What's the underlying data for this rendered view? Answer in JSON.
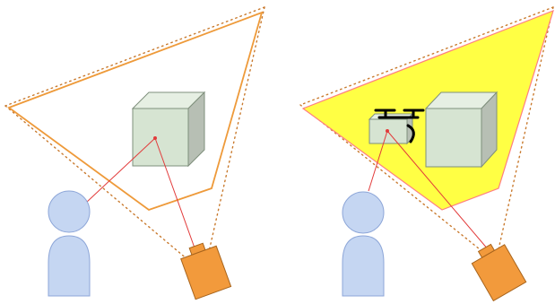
{
  "colors": {
    "outline_orange": "#EE9A3A",
    "frustum_dots": "#C97A2E",
    "highlight_yellow": "#FFFF44",
    "highlight_edge": "#FF7F7F",
    "cube_front": "#D6E4D2",
    "cube_top": "#E6EFE3",
    "cube_side": "#B7BFB4",
    "cube_stroke": "#7F8F7C",
    "person_fill": "#C5D6F2",
    "person_stroke": "#8DA6D8",
    "camera_fill": "#F29A3C",
    "camera_stroke": "#A8641C",
    "sight_line": "#E23B3B",
    "drone_body": "#D6E4D2",
    "drone_black": "#000000"
  },
  "panels": [
    {
      "id": "left",
      "objects": [
        "frustum",
        "view-outline",
        "cube",
        "person",
        "camera",
        "sight-lines"
      ]
    },
    {
      "id": "right",
      "objects": [
        "frustum",
        "highlight-region",
        "cube",
        "drone",
        "person",
        "camera",
        "sight-lines"
      ]
    }
  ]
}
